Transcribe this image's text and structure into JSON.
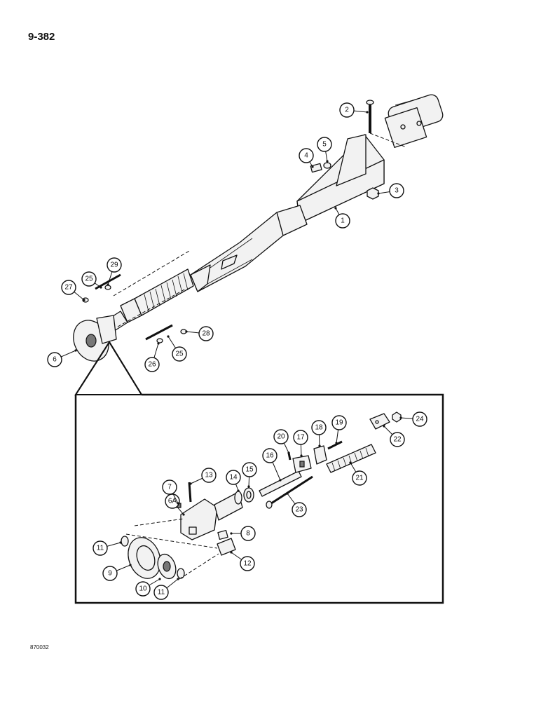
{
  "header": {
    "page_number": "9-382"
  },
  "footer": {
    "drawing_code": "870032"
  },
  "callouts": [
    "1",
    "2",
    "3",
    "4",
    "5",
    "6",
    "6A",
    "7",
    "8",
    "9",
    "10",
    "11",
    "12",
    "13",
    "14",
    "15",
    "16",
    "17",
    "18",
    "19",
    "20",
    "21",
    "22",
    "23",
    "24",
    "25",
    "26",
    "27",
    "28",
    "29"
  ],
  "colors": {
    "ink": "#111111",
    "paper": "#ffffff"
  }
}
